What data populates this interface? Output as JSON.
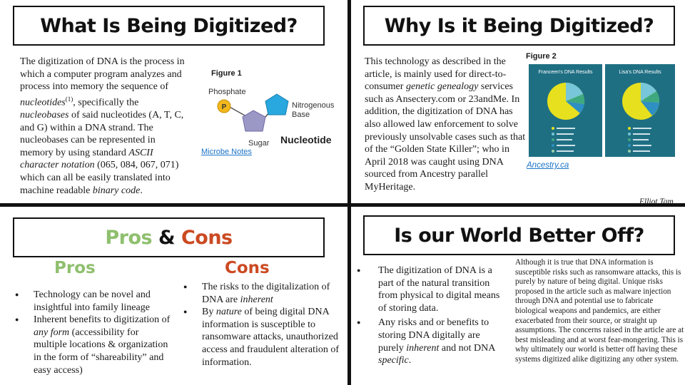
{
  "q1": {
    "title": "What Is Being Digitized?",
    "p1": "The digitization of DNA is the process in which a computer program analyzes and process into memory the sequence of ",
    "nucleotides": "nucleotides",
    "sup": "(1)",
    "p2": ", specifically the ",
    "nucleobases": "nucleobases",
    "p3": " of said nucleotides (A, T, C, and G) within a DNA strand. The nucleobases can be represented in memory by using standard ",
    "ascii": "ASCII character notation",
    "p4": " (065, 084, 067, 071) which can all be easily translated into machine readable ",
    "binary": "binary code",
    "p5": ".",
    "figure_label": "Figure 1",
    "fig_phosphate": "Phosphate",
    "fig_p": "P",
    "fig_nitro": "Nitrogenous",
    "fig_base": "Base",
    "fig_sugar": "Sugar",
    "fig_nucleotide": "Nucleotide",
    "link": "Microbe Notes"
  },
  "q2": {
    "title": "Why Is it Being Digitized?",
    "p1": "This technology as described in the article, is mainly used for direct-to-consumer ",
    "gg": "genetic genealogy",
    "p2": " services such as Ansectery.com or 23andMe. In addition, the digitization of DNA has also allowed law enforcement to solve previously unsolvable cases such as that of the “Golden State Killer”; who in April 2018 was caught using DNA sourced from Ancestry parallel MyHeritage.",
    "figure_label": "Figure 2",
    "panel_left": "Franceen's DNA Results",
    "panel_right": "Lisa's DNA Results",
    "link": "Ancestry.ca",
    "author": "Elliot Tam"
  },
  "q3": {
    "title_pros": "Pros",
    "title_amp": " & ",
    "title_cons": "Cons",
    "pros_heading": "Pros",
    "cons_heading": "Cons",
    "pros": [
      "Technology can be novel and insightful into family lineage",
      [
        "Inherent benefits to digitization of ",
        "any form",
        " (accessibility for multiple locations & organization in the form of “shareability” and  easy access)"
      ]
    ],
    "cons": [
      [
        "The risks to the digitalization of DNA are ",
        "inherent",
        ""
      ],
      [
        "By ",
        "nature",
        " of being digital DNA information is susceptible to ransomware attacks, unauthorized access and fraudulent alteration of information."
      ]
    ],
    "bullet": "●"
  },
  "q4": {
    "title": "Is our World Better Off?",
    "b1": "The digitization of DNA is a part of the natural transition from physical to digital means of storing data.",
    "b2a": " Any risks and or benefits to storing DNA digitally are purely ",
    "b2i": "inherent",
    "b2b": " and not DNA ",
    "b2s": "specific",
    "b2c": ".",
    "side": "Although it is true that DNA information is susceptible risks such as ransomware attacks, this is purely by nature of being digital. Unique risks proposed in the article such as malware injection through DNA and potential use to fabricate biological weapons and pandemics, are either exacerbated from their source, or straight up assumptions. The concerns raised in the article are at best misleading and at worst fear-mongering. This is why ultimately our world is better off having these systems digitized alike digitizing any other system."
  },
  "colors": {
    "pros": "#8fbf6e",
    "cons": "#cc4a22",
    "phosphate": "#f2b81c",
    "sugar": "#9c98c6",
    "base": "#29a7df"
  }
}
